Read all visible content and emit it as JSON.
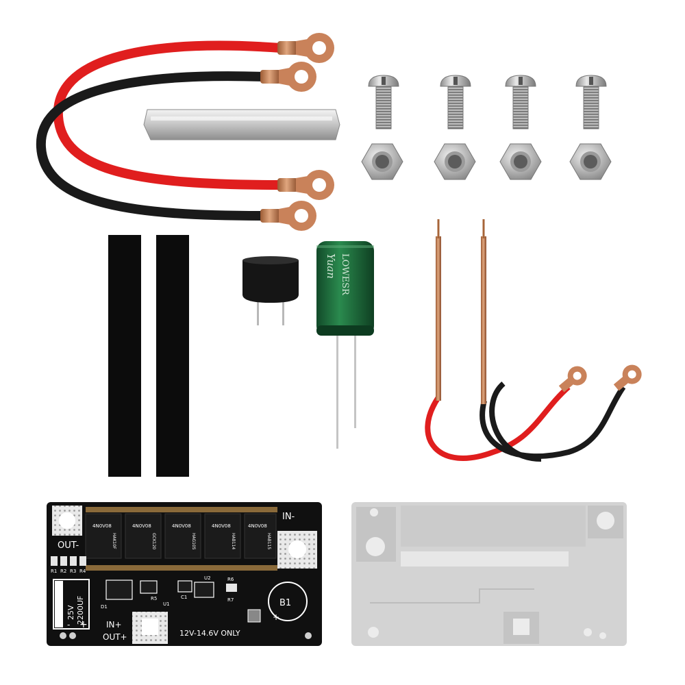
{
  "pcb": {
    "label_in_minus": "IN-",
    "label_out_minus": "OUT-",
    "label_in_plus": "IN+",
    "label_out_plus": "OUT+",
    "resistors": [
      "R1",
      "R2",
      "R3",
      "R4"
    ],
    "cap_voltage": "25V",
    "cap_value": "2200UF",
    "cap_minus": "-",
    "cap_plus": "+",
    "battery_label": "B1",
    "battery_plus": "+",
    "voltage_note": "12V-14.6V ONLY",
    "components": [
      "D1",
      "R5",
      "U1",
      "C1",
      "U2",
      "R6",
      "R7"
    ],
    "mosfets": [
      "4N0V08",
      "4N0V08",
      "4N0V08",
      "4N0V08",
      "4N0V08"
    ],
    "mosfet_codes": [
      "HAK10F",
      "GCK120",
      "HAG105",
      "HAB114",
      "HAB115"
    ]
  },
  "capacitor": {
    "text_line1": "Yuan",
    "text_line2": "LOWESR"
  },
  "colors": {
    "wire_red": "#e01e1e",
    "wire_black": "#1a1a1a",
    "copper": "#c9825a",
    "pcb": "#101010",
    "pcb_back": "#cfcfcf",
    "capacitor": "#1f6b3c",
    "tape": "#0c0c0c"
  }
}
